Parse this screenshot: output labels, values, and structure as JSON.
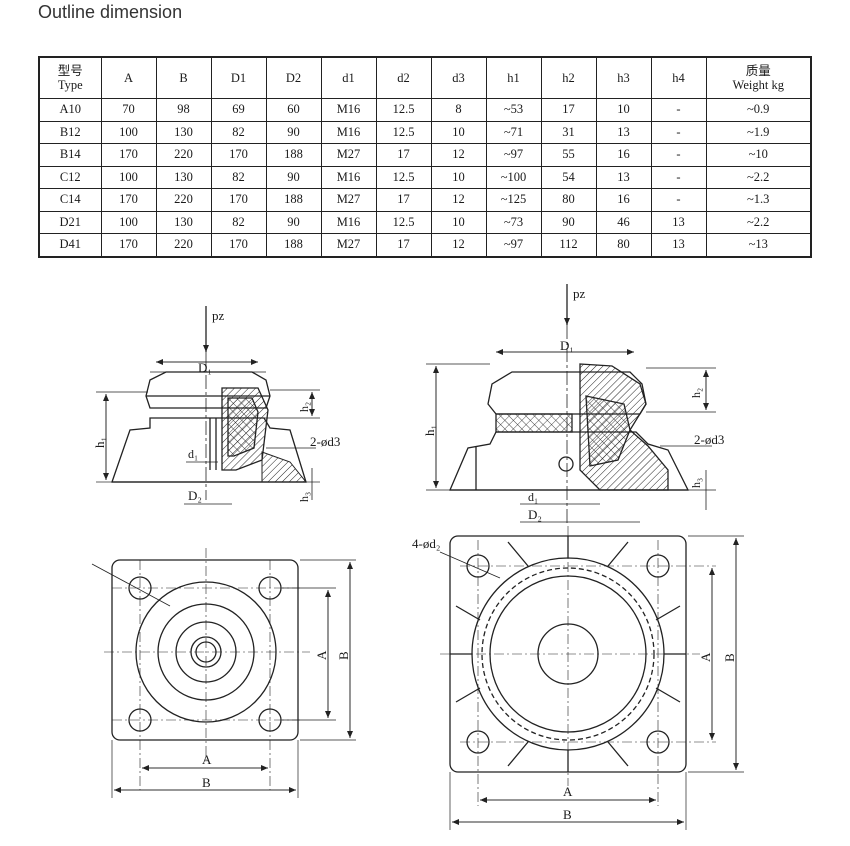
{
  "page": {
    "heading": "Outline dimension"
  },
  "table": {
    "headers": [
      {
        "line1": "型号",
        "line2": "Type"
      },
      {
        "line1": "A",
        "line2": ""
      },
      {
        "line1": "B",
        "line2": ""
      },
      {
        "line1": "D1",
        "line2": ""
      },
      {
        "line1": "D2",
        "line2": ""
      },
      {
        "line1": "d1",
        "line2": ""
      },
      {
        "line1": "d2",
        "line2": ""
      },
      {
        "line1": "d3",
        "line2": ""
      },
      {
        "line1": "h1",
        "line2": ""
      },
      {
        "line1": "h2",
        "line2": ""
      },
      {
        "line1": "h3",
        "line2": ""
      },
      {
        "line1": "h4",
        "line2": ""
      },
      {
        "line1": "质量",
        "line2": "Weight   kg"
      }
    ],
    "rows": [
      [
        "A10",
        "70",
        "98",
        "69",
        "60",
        "M16",
        "12.5",
        "8",
        "~53",
        "17",
        "10",
        "-",
        "~0.9"
      ],
      [
        "B12",
        "100",
        "130",
        "82",
        "90",
        "M16",
        "12.5",
        "10",
        "~71",
        "31",
        "13",
        "-",
        "~1.9"
      ],
      [
        "B14",
        "170",
        "220",
        "170",
        "188",
        "M27",
        "17",
        "12",
        "~97",
        "55",
        "16",
        "-",
        "~10"
      ],
      [
        "C12",
        "100",
        "130",
        "82",
        "90",
        "M16",
        "12.5",
        "10",
        "~100",
        "54",
        "13",
        "-",
        "~2.2"
      ],
      [
        "C14",
        "170",
        "220",
        "170",
        "188",
        "M27",
        "17",
        "12",
        "~125",
        "80",
        "16",
        "-",
        "~1.3"
      ],
      [
        "D21",
        "100",
        "130",
        "82",
        "90",
        "M16",
        "12.5",
        "10",
        "~73",
        "90",
        "46",
        "13",
        "~2.2"
      ],
      [
        "D41",
        "170",
        "220",
        "170",
        "188",
        "M27",
        "17",
        "12",
        "~97",
        "112",
        "80",
        "13",
        "~13"
      ]
    ]
  },
  "drawing_left": {
    "load_label": "pz",
    "dim_D1": "D₁",
    "dim_D2": "D₂",
    "dim_h1": "h₁",
    "dim_h2": "h₂",
    "dim_h3": "h₃",
    "dim_d1": "d₁",
    "hole_note": "2-ød3",
    "dim_A_horiz": "A",
    "dim_B_horiz": "B",
    "dim_A_vert": "A",
    "dim_B_vert": "B"
  },
  "drawing_right": {
    "load_label": "pz",
    "dim_D1": "D₁",
    "dim_D2": "D₂",
    "dim_h1": "h₁",
    "dim_h2": "h₂",
    "dim_h3": "h₃",
    "dim_d1": "d₁",
    "hole_note": "2-ød3",
    "bolt_note": "4-ød₂",
    "dim_A_horiz": "A",
    "dim_B_horiz": "B",
    "dim_A_vert": "A",
    "dim_B_vert": "B"
  }
}
